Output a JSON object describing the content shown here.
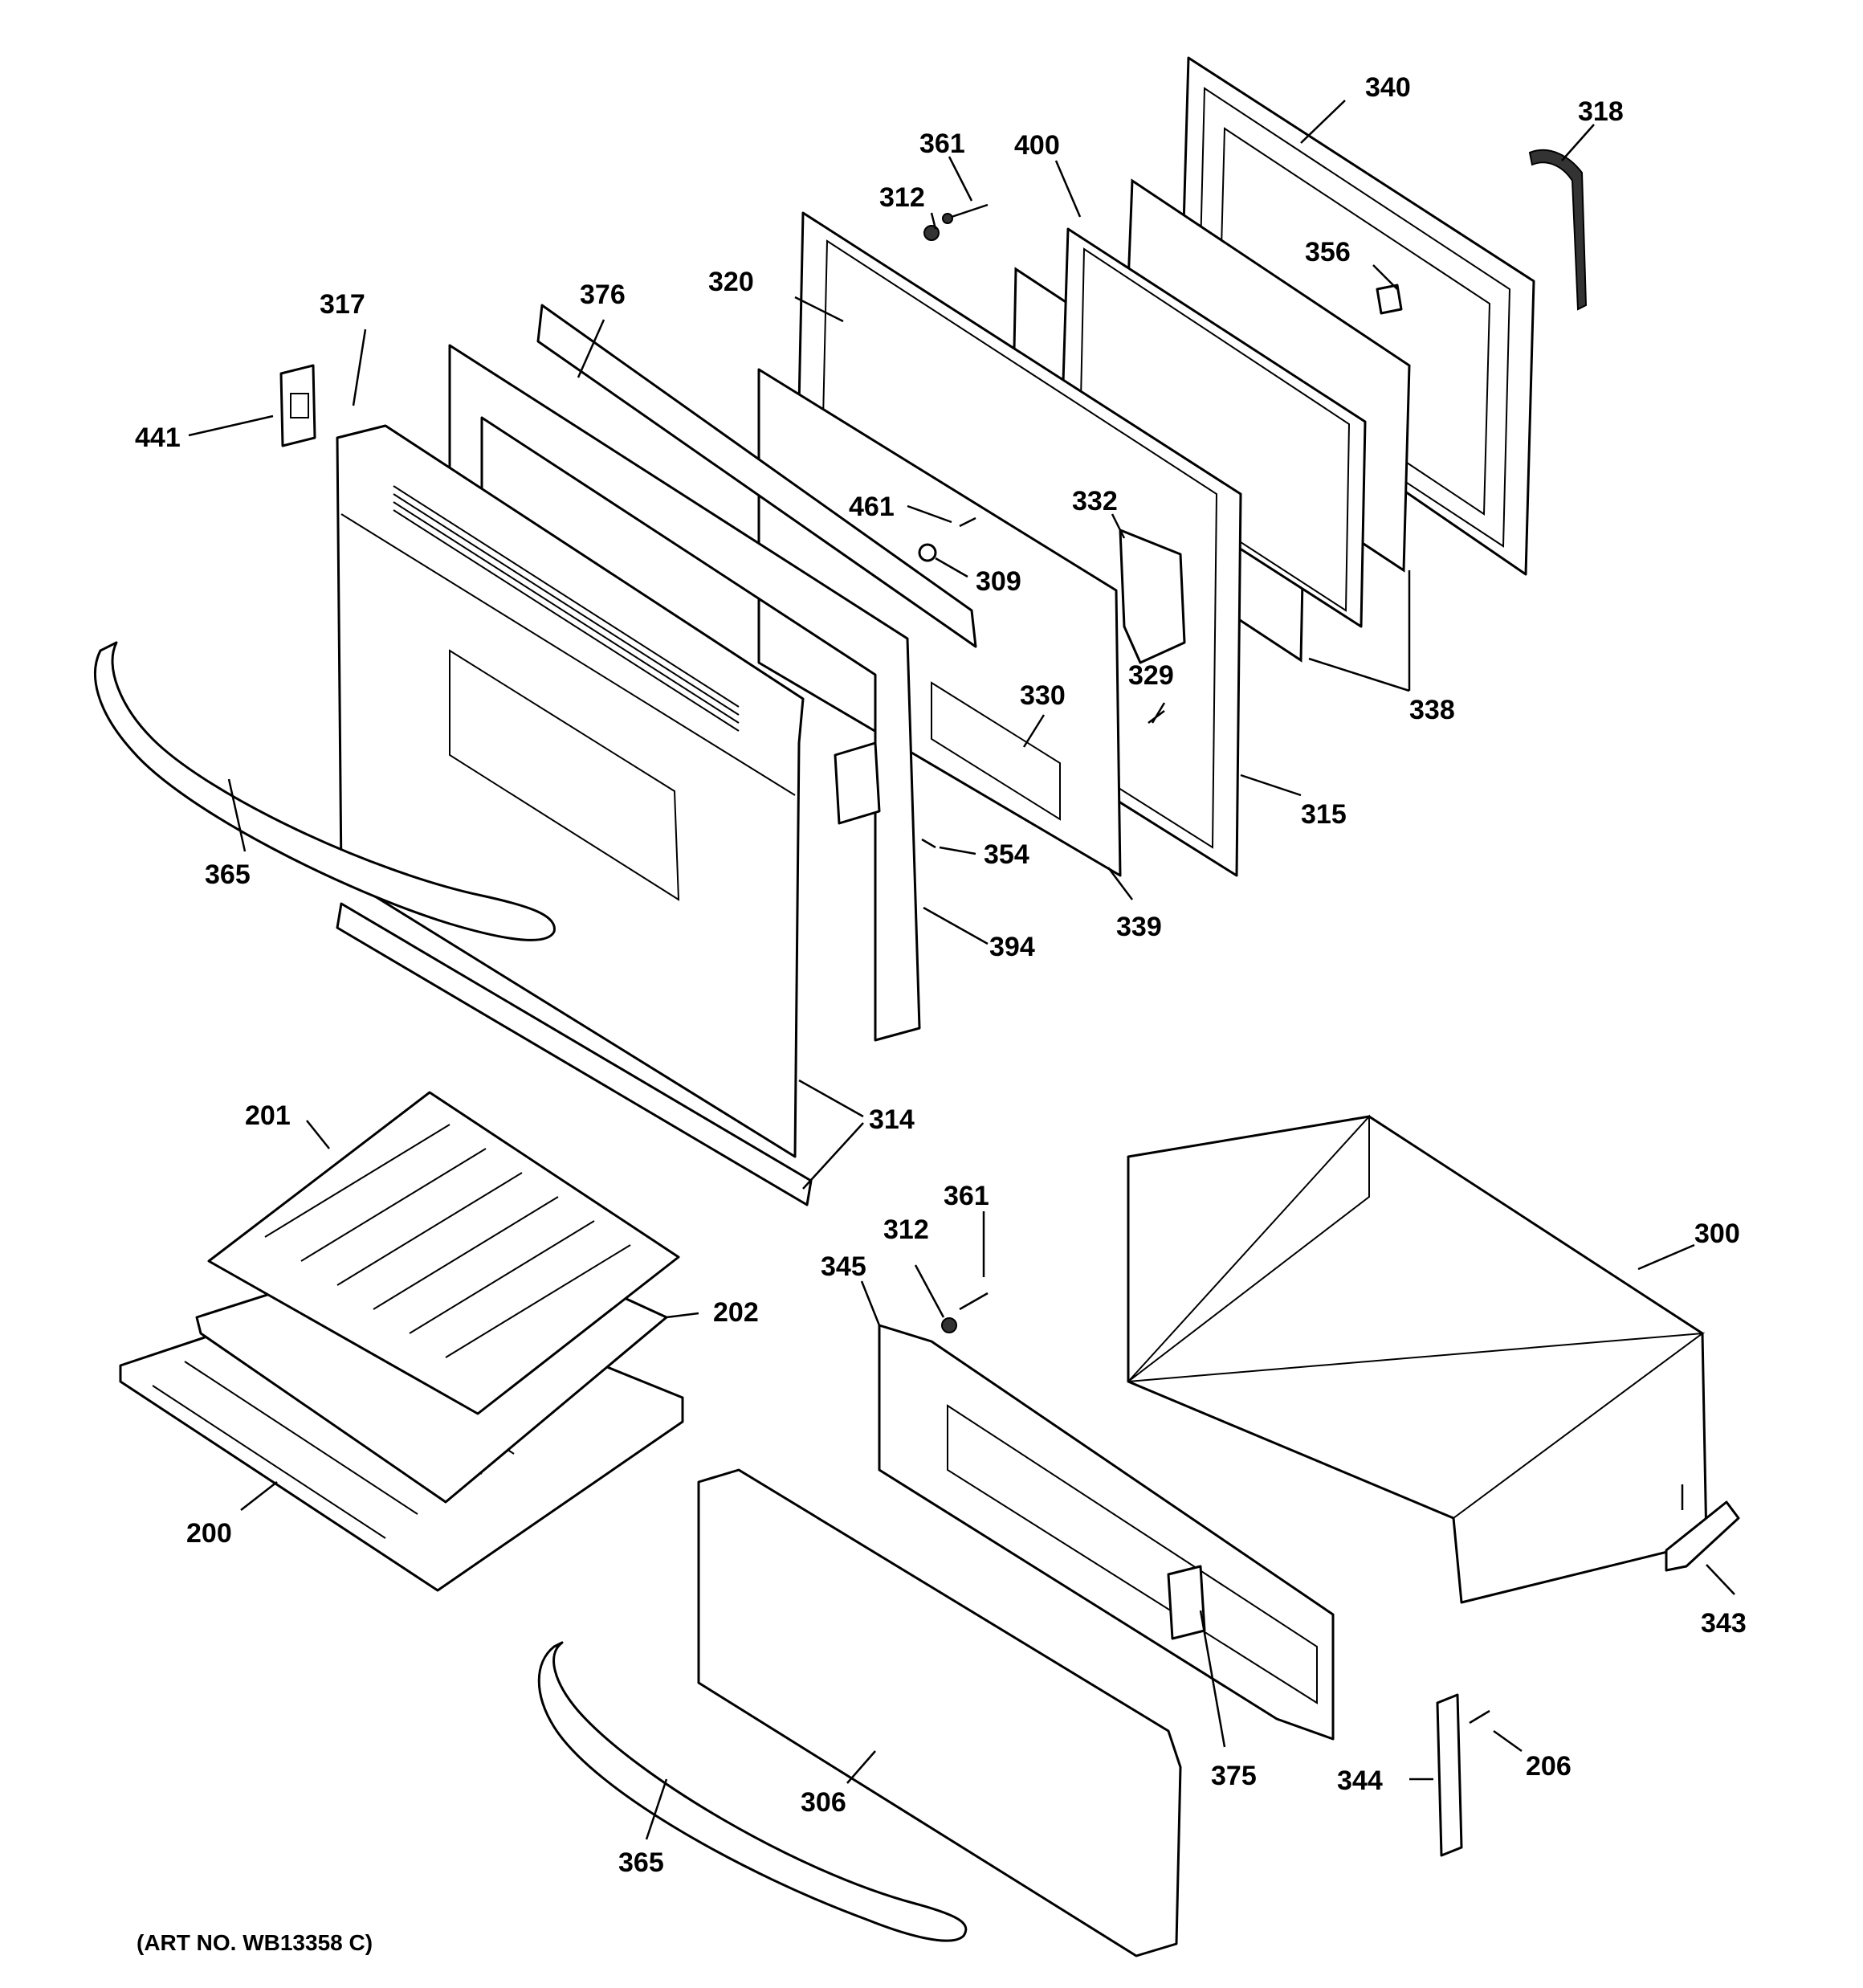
{
  "callouts": {
    "c340": "340",
    "c318": "318",
    "c400": "400",
    "c361a": "361",
    "c312a": "312",
    "c356": "356",
    "c320": "320",
    "c376": "376",
    "c317": "317",
    "c441": "441",
    "c461": "461",
    "c332": "332",
    "c309": "309",
    "c330": "330",
    "c329": "329",
    "c338": "338",
    "c315": "315",
    "c365a": "365",
    "c354": "354",
    "c339": "339",
    "c394": "394",
    "c314": "314",
    "c201": "201",
    "c361b": "361",
    "c312b": "312",
    "c345": "345",
    "c300": "300",
    "c202": "202",
    "c200": "200",
    "c343": "343",
    "c375": "375",
    "c344": "344",
    "c206": "206",
    "c306": "306",
    "c365b": "365"
  },
  "art_number": "(ART NO. WB13358 C)"
}
